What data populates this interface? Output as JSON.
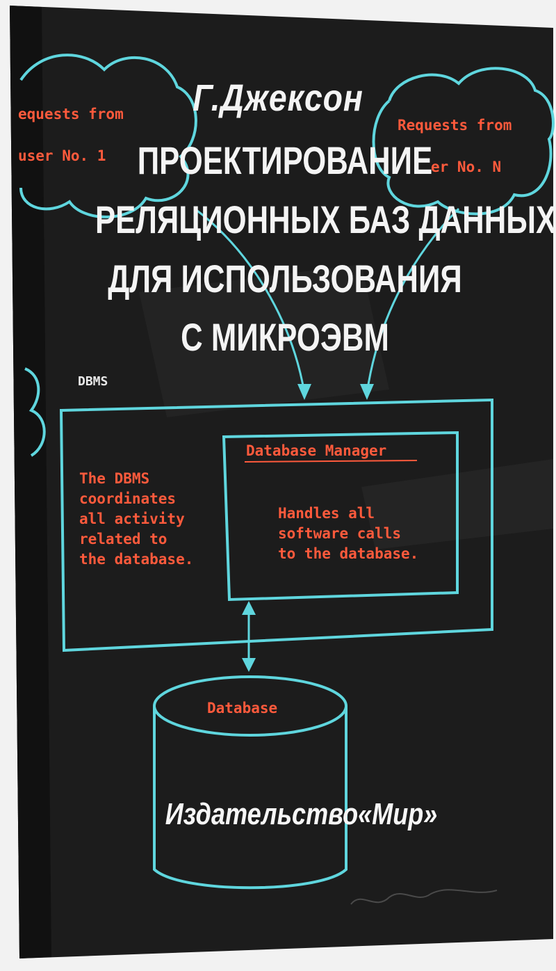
{
  "cover": {
    "author": "Г.Джексон",
    "title_lines": [
      "ПРОЕКТИРОВАНИЕ",
      "РЕЛЯЦИОННЫХ БАЗ ДАННЫХ",
      "ДЛЯ ИСПОЛЬЗОВАНИЯ",
      "С МИКРОЭВМ"
    ],
    "publisher": "Издательство«Мир»"
  },
  "diagram": {
    "cloud_left_line1": "equests from",
    "cloud_left_line2": "user No. 1",
    "cloud_right_line1": "Requests from",
    "cloud_right_line2": "er No. N",
    "dbms_label": "DBMS",
    "dbms_desc_lines": [
      "The DBMS",
      "coordinates",
      "all activity",
      "related to",
      "the database."
    ],
    "manager_title": "Database Manager",
    "manager_desc_lines": [
      "Handles all",
      "software calls",
      "to the database."
    ],
    "database_label": "Database"
  },
  "colors": {
    "cover_background": "#1c1c1c",
    "diagram_lines": "#5fd6de",
    "diagram_text": "#ff5a3c",
    "title_text": "#f4f4f4",
    "page_background": "#f2f2f2"
  }
}
